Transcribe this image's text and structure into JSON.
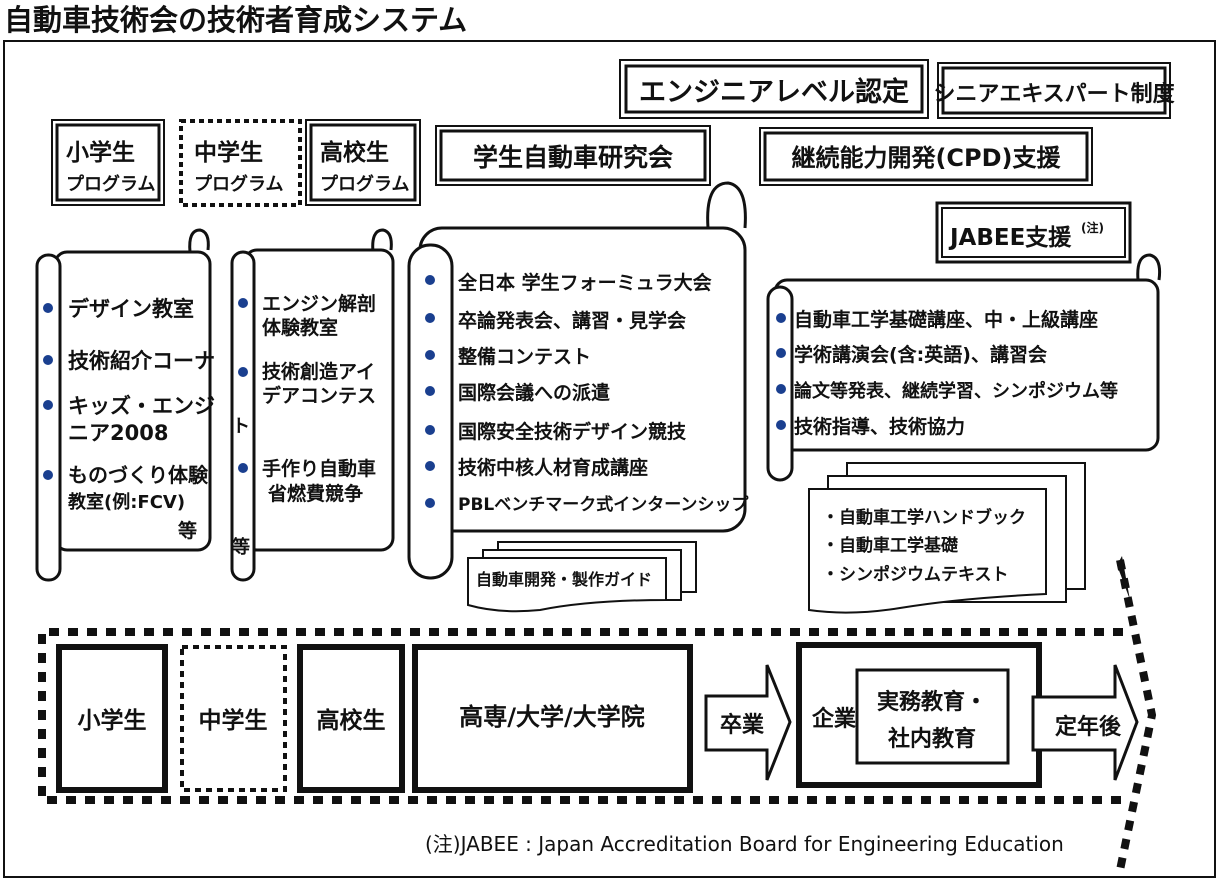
{
  "title": "自動車技術会の技術者育成システム",
  "top_boxes": {
    "engineer_level": "エンジニアレベル認定",
    "senior_expert": "シニアエキスパート制度",
    "elementary_program": [
      "小学生",
      "プログラム"
    ],
    "junior_high_program": [
      "中学生",
      "プログラム"
    ],
    "high_school_program": [
      "高校生",
      "プログラム"
    ],
    "student_society": "学生自動車研究会",
    "cpd": "継続能力開発(CPD)支援",
    "jabee": "JABEE支援",
    "jabee_note": "(注)"
  },
  "scroll_elementary": {
    "items": [
      [
        "デザイン教室"
      ],
      [
        "技術紹介コーナ"
      ],
      [
        "キッズ・エンジ",
        "ニア2008"
      ],
      [
        "ものづくり体験",
        "教室(例:FCV)"
      ]
    ],
    "etc": "等"
  },
  "scroll_junior": {
    "items": [
      [
        "エンジン解剖",
        "体験教室"
      ],
      [
        "技術創造アイ",
        "デアコンテス"
      ],
      [
        "手作り自動車",
        "省燃費競争"
      ]
    ],
    "fragment": "ト",
    "etc": "等"
  },
  "scroll_student": {
    "items": [
      "全日本 学生フォーミュラ大会",
      "卒論発表会、講習・見学会",
      "整備コンテスト",
      "国際会議への派遣",
      "国際安全技術デザイン競技",
      "技術中核人材育成講座",
      "PBLベンチマーク式インターンシップ"
    ]
  },
  "guide_doc": "自動車開発・製作ガイド",
  "scroll_cpd": {
    "items": [
      "自動車工学基礎講座、中・上級講座",
      "学術講演会(含:英語)、講習会",
      "論文等発表、継続学習、シンポジウム等",
      "技術指導、技術協力"
    ]
  },
  "publications": [
    "・自動車工学ハンドブック",
    "・自動車工学基礎",
    "・シンポジウムテキスト"
  ],
  "stages": {
    "elementary": "小学生",
    "junior_high": "中学生",
    "high_school": "高校生",
    "university": "高専/大学/大学院",
    "graduation": "卒業",
    "company": "企業",
    "practical_training": [
      "実務教育・",
      "社内教育"
    ],
    "retirement": "定年後"
  },
  "footnote": "(注)JABEE : Japan Accreditation Board for Engineering Education",
  "colors": {
    "bullet": "#1a3f8f",
    "line": "#111111"
  }
}
